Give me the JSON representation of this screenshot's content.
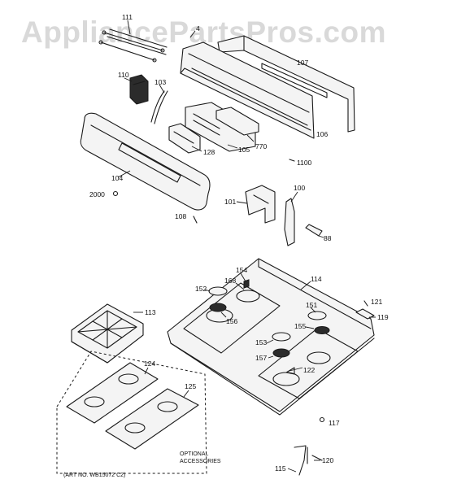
{
  "watermark": "AppliancePartsPros.com",
  "art_number": "(ART NO. WB15072 C2)",
  "optional_line1": "OPTIONAL",
  "optional_line2": "ACCESSORIES",
  "callouts": {
    "p111": "111",
    "p4": "4",
    "p107": "107",
    "p110": "110",
    "p103": "103",
    "p106": "106",
    "p770": "770",
    "p128": "128",
    "p105": "105",
    "p1100": "1100",
    "p104": "104",
    "p2000": "2000",
    "p101": "101",
    "p100": "100",
    "p108": "108",
    "p88": "88",
    "p154": "154",
    "p114": "114",
    "p168": "168",
    "p152": "152",
    "p121": "121",
    "p113": "113",
    "p151": "151",
    "p119": "119",
    "p156": "156",
    "p155": "155",
    "p153": "153",
    "p157": "157",
    "p122": "122",
    "p124": "124",
    "p125": "125",
    "p117": "117",
    "p120": "120",
    "p115": "115"
  }
}
